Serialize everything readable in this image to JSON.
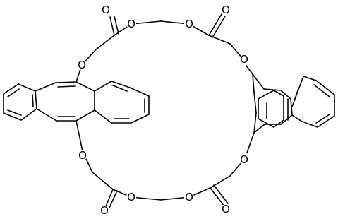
{
  "molecule": {
    "atoms": [
      {
        "id": "O1",
        "label": "O"
      },
      {
        "id": "O2",
        "label": "O"
      },
      {
        "id": "O3",
        "label": "O"
      },
      {
        "id": "O4",
        "label": "O"
      },
      {
        "id": "O5",
        "label": "O"
      },
      {
        "id": "O6",
        "label": "O"
      },
      {
        "id": "O7",
        "label": "O"
      },
      {
        "id": "O8",
        "label": "O"
      },
      {
        "id": "O9",
        "label": "O"
      },
      {
        "id": "O10",
        "label": "O"
      },
      {
        "id": "O11",
        "label": "O"
      },
      {
        "id": "O12",
        "label": "O"
      }
    ]
  }
}
